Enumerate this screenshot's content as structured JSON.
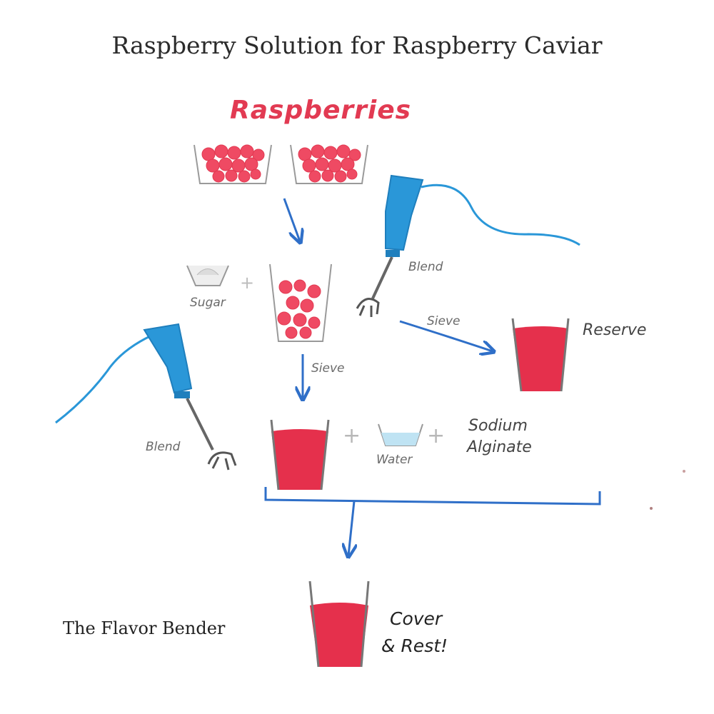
{
  "title": "Raspberry Solution for Raspberry Caviar",
  "credit": "The Flavor Bender",
  "labels": {
    "raspberries": "Raspberries",
    "sugar": "Sugar",
    "blend_top": "Blend",
    "sieve_right": "Sieve",
    "reserve": "Reserve",
    "sieve_down": "Sieve",
    "blend_left": "Blend",
    "water": "Water",
    "sodium_line1": "Sodium",
    "sodium_line2": "Alginate",
    "cover_line1": "Cover",
    "cover_line2": "& Rest!"
  },
  "colors": {
    "raspberry": "#e8334f",
    "juice": "#e5304c",
    "arrow": "#2f6fc8",
    "blender": "#2a97d8",
    "cord": "#2a97d8",
    "metal": "#666666",
    "water": "#bfe3f3"
  }
}
